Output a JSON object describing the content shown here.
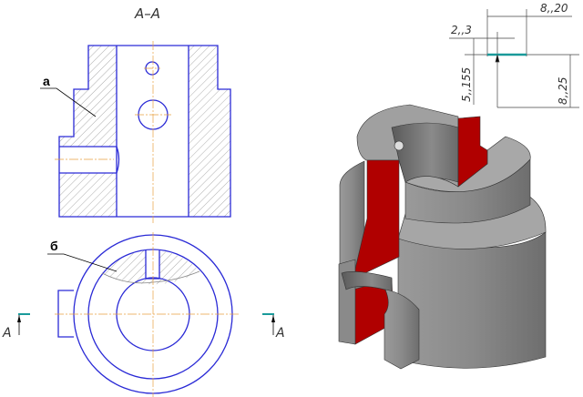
{
  "section_title": "A–A",
  "leaders": {
    "a": "а",
    "b": "б"
  },
  "section_markers": {
    "left": "A",
    "right": "A"
  },
  "dimensions": {
    "top_width": "8,,20",
    "offset": "2,,3",
    "left_height": "5,,155",
    "right_height": "8,,25"
  },
  "colors": {
    "outline": "#2a2ad6",
    "axis": "#e8a040",
    "cut_face": "#b00000",
    "body": "#8c8c8c",
    "marker": "#1a9a9a"
  }
}
